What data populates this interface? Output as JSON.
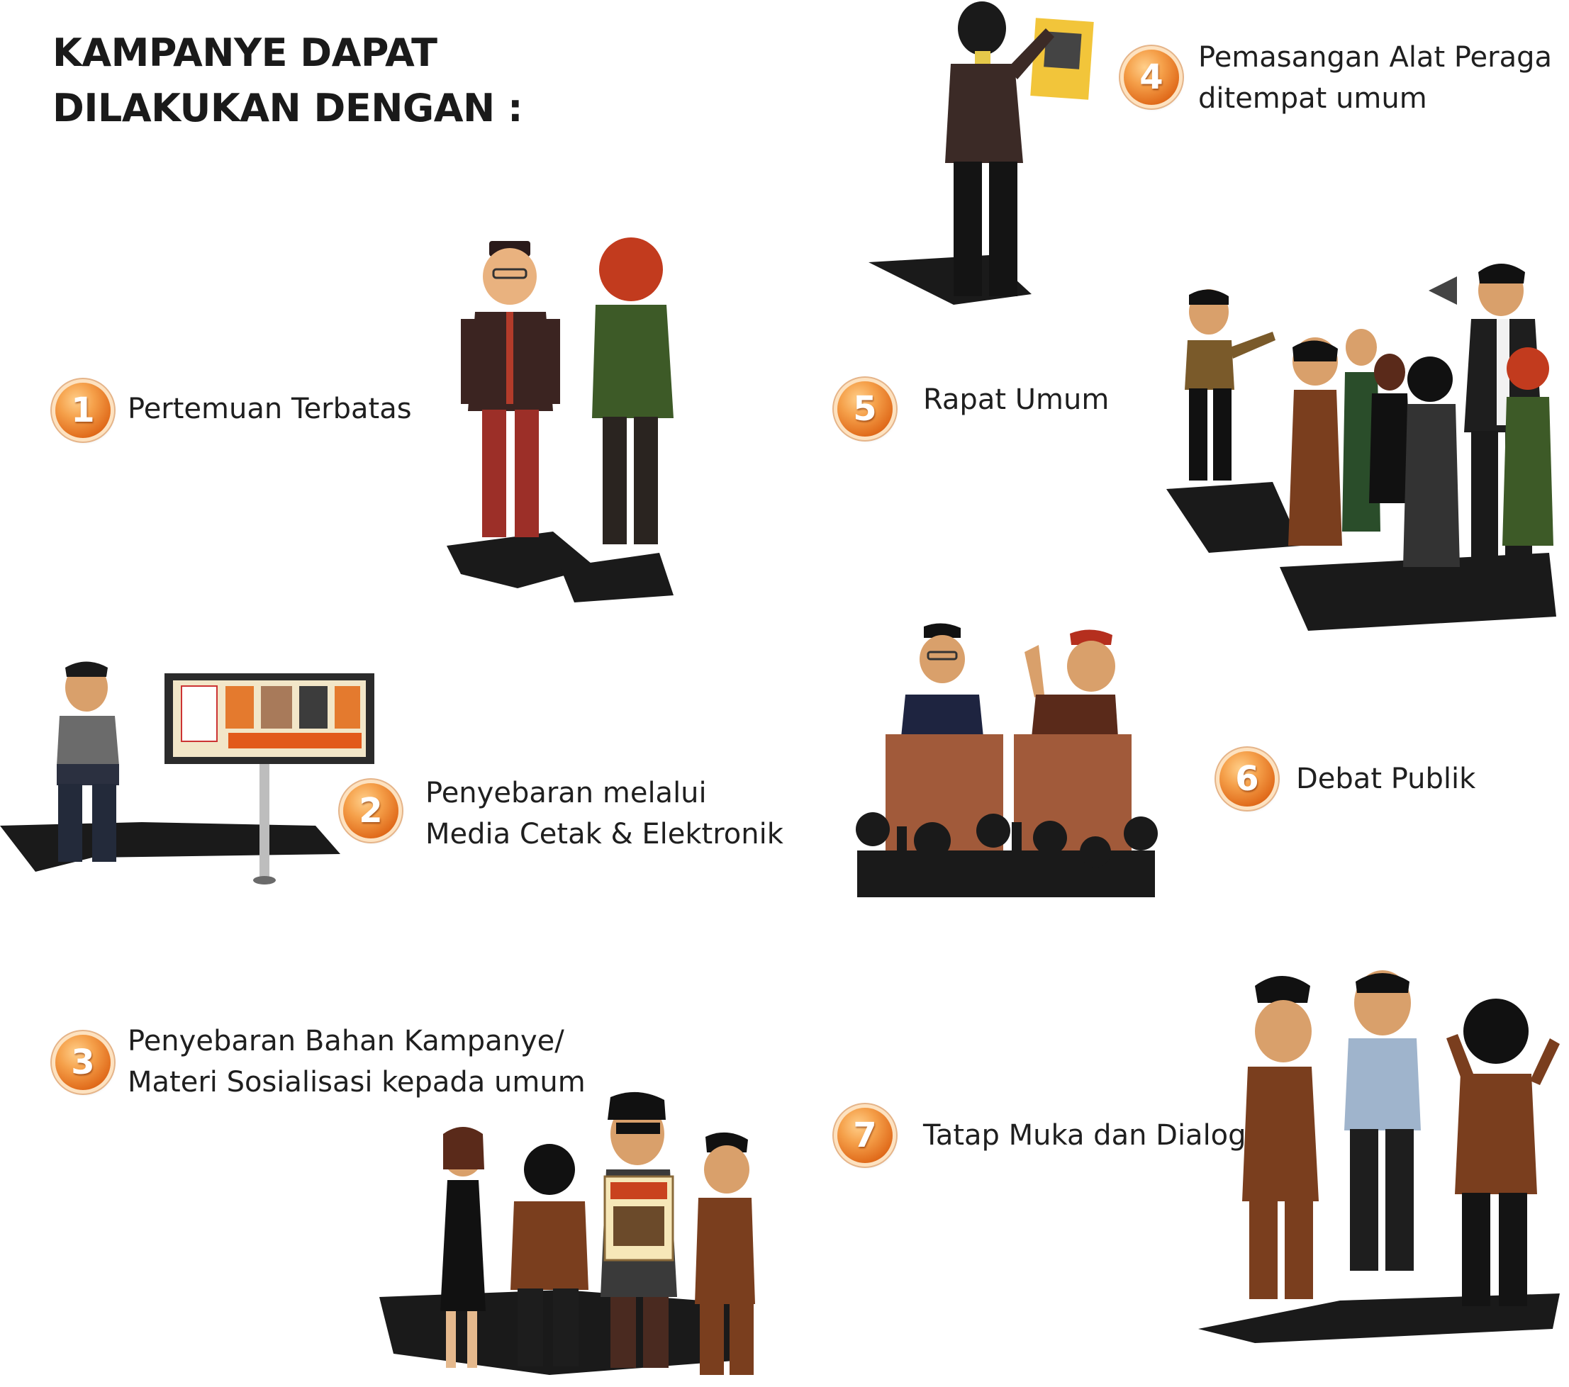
{
  "title": {
    "line1": "KAMPANYE DAPAT",
    "line2": "DILAKUKAN DENGAN :"
  },
  "items": [
    {
      "number": "1",
      "lines": [
        "Pertemuan Terbatas"
      ]
    },
    {
      "number": "2",
      "lines": [
        "Penyebaran melalui",
        "Media Cetak & Elektronik"
      ]
    },
    {
      "number": "3",
      "lines": [
        "Penyebaran Bahan Kampanye/",
        "Materi Sosialisasi kepada umum"
      ]
    },
    {
      "number": "4",
      "lines": [
        "Pemasangan Alat Peraga",
        "ditempat umum"
      ]
    },
    {
      "number": "5",
      "lines": [
        "Rapat Umum"
      ]
    },
    {
      "number": "6",
      "lines": [
        "Debat Publik"
      ]
    },
    {
      "number": "7",
      "lines": [
        "Tatap Muka dan Dialog"
      ]
    }
  ],
  "colors": {
    "badge": "#e8701e",
    "text": "#1f1f1f",
    "shadow": "#1a1a1a"
  }
}
